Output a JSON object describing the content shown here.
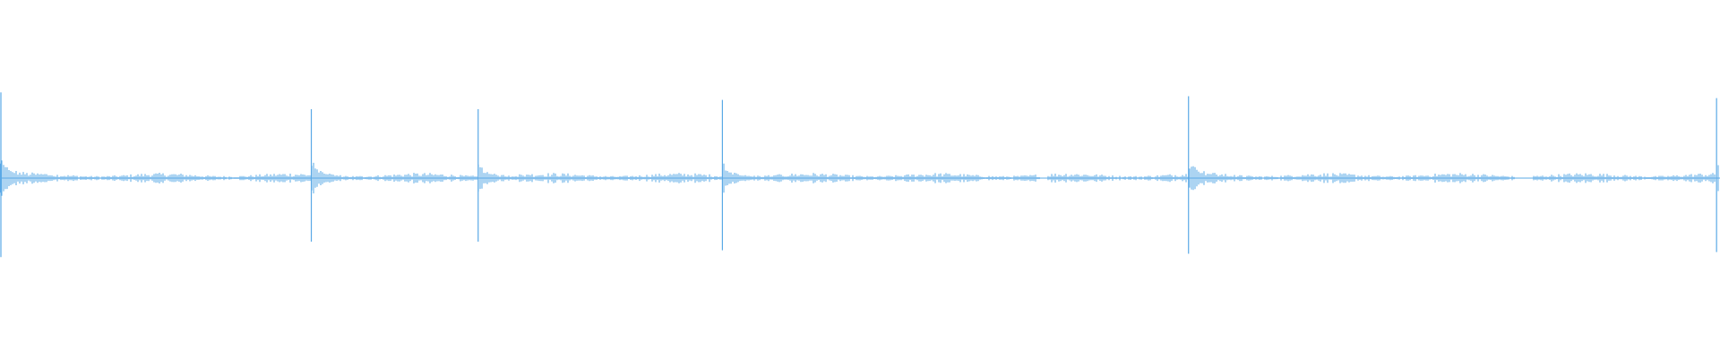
{
  "waveform": {
    "color": "#5aa9e6",
    "background": "#ffffff",
    "transients": [
      {
        "position": 0.0,
        "peak": 0.46
      },
      {
        "position": 0.181,
        "peak": 0.37
      },
      {
        "position": 0.278,
        "peak": 0.37
      },
      {
        "position": 0.42,
        "peak": 0.42
      },
      {
        "position": 0.691,
        "peak": 0.44
      },
      {
        "position": 0.998,
        "peak": 0.43
      }
    ]
  }
}
